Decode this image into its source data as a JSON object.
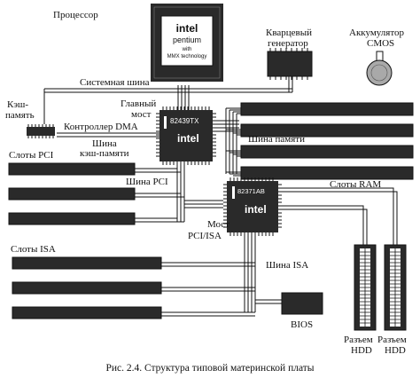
{
  "labels": {
    "processor": "Процессор",
    "quartz_line1": "Кварцевый",
    "quartz_line2": "генератор",
    "battery_line1": "Аккумулятор",
    "battery_line2": "CMOS",
    "system_bus": "Системная шина",
    "cache_line1": "Кэш-",
    "cache_line2": "память",
    "main_bridge_line1": "Главный",
    "main_bridge_line2": "мост",
    "dma_controller": "Контроллер DMA",
    "cache_bus_line1": "Шина",
    "cache_bus_line2": "кэш-памяти",
    "memory_bus": "Шина памяти",
    "pci_slots": "Слоты PCI",
    "pci_bus": "Шина PCI",
    "ram_slots": "Слоты RAM",
    "pci_isa_bridge_line1": "Мост",
    "pci_isa_bridge_line2": "PCI/ISA",
    "isa_slots": "Слоты ISA",
    "isa_bus": "Шина ISA",
    "bios": "BIOS",
    "hdd1_line1": "Разъем",
    "hdd1_line2": "HDD",
    "hdd2_line1": "Разъем",
    "hdd2_line2": "HDD"
  },
  "chips": {
    "cpu_brand": "intel",
    "cpu_model": "pentium",
    "cpu_with": "with",
    "cpu_mmx": "MMX technology",
    "north_id": "82439TX",
    "north_brand": "intel",
    "south_id": "82371AB",
    "south_brand": "intel"
  },
  "caption": "Рис. 2.4. Структура типовой материнской платы"
}
